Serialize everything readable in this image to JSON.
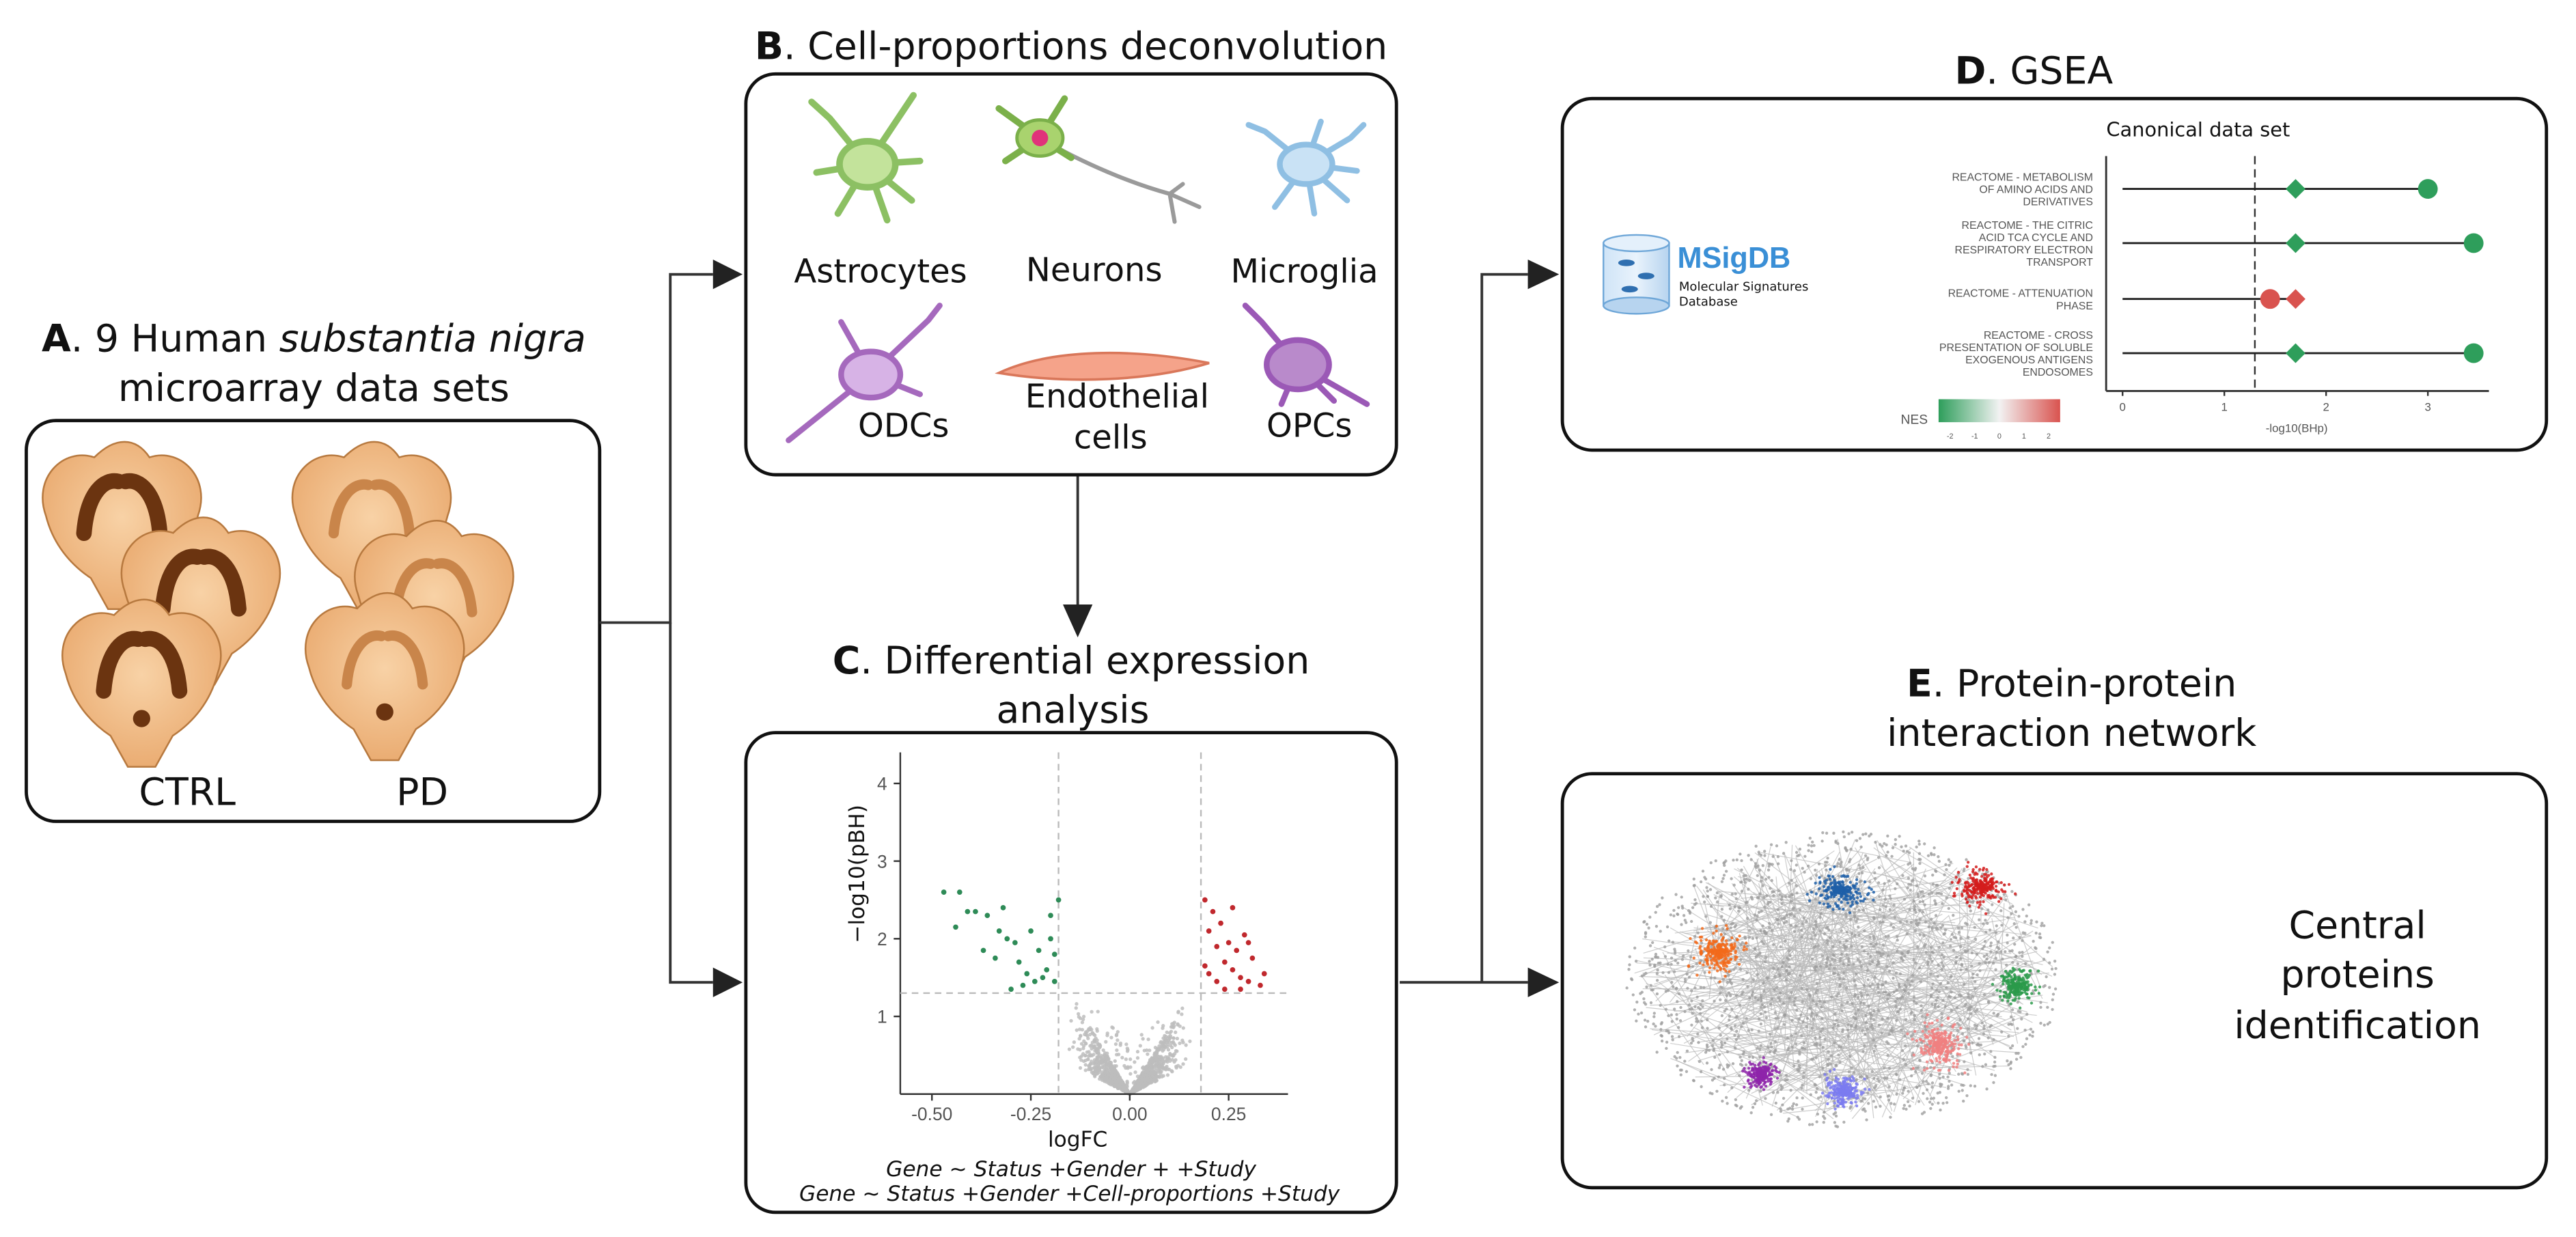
{
  "panel_a": {
    "letter": "A",
    "title_pre": ". 9 Human ",
    "title_italic": "substantia nigra",
    "title_line2": "microarray data sets",
    "group_ctrl": "CTRL",
    "group_pd": "PD"
  },
  "panel_b": {
    "letter": "B",
    "title": ". Cell-proportions deconvolution",
    "cells": {
      "astrocytes": "Astrocytes",
      "neurons": "Neurons",
      "microglia": "Microglia",
      "odcs": "ODCs",
      "endothelial_1": "Endothelial",
      "endothelial_2": "cells",
      "opcs": "OPCs"
    }
  },
  "panel_c": {
    "letter": "C",
    "title_line1": ". Differential expression",
    "title_line2": "analysis",
    "formula_1": "Gene ~ Status +Gender + +Study",
    "formula_2": "Gene ~ Status +Gender +Cell-proportions +Study",
    "colors": {
      "down": "#2e8b57",
      "up": "#c0282d",
      "ns": "#bdbdbd"
    }
  },
  "panel_d": {
    "letter": "D",
    "title": ". GSEA",
    "logo_name": "MSigDB",
    "logo_sub_1": "Molecular Signatures",
    "logo_sub_2": "Database",
    "legend_label": "NES",
    "legend_ticks": [
      "-2",
      "-1",
      "0",
      "1",
      "2"
    ],
    "colors": {
      "neg": "#2e9e5b",
      "pos": "#d9534f"
    }
  },
  "panel_e": {
    "letter": "E",
    "title_line1": ". Protein-protein",
    "title_line2": "interaction network",
    "caption_1": "Central",
    "caption_2": "proteins",
    "caption_3": "identification"
  },
  "chart_data": [
    {
      "type": "scatter",
      "title": "",
      "xlabel": "logFC",
      "ylabel": "−log10(pBH)",
      "x_ticks": [
        "-0.50",
        "-0.25",
        "0.00",
        "0.25"
      ],
      "y_ticks": [
        "1",
        "2",
        "3",
        "4"
      ],
      "xlim": [
        -0.58,
        0.4
      ],
      "ylim": [
        0,
        4.4
      ],
      "thresholds": {
        "x": [
          -0.18,
          0.18
        ],
        "y": 1.3
      },
      "grid": false,
      "series": [
        {
          "group": "down",
          "points": [
            [
              -0.47,
              2.6
            ],
            [
              -0.43,
              2.6
            ],
            [
              -0.39,
              2.35
            ],
            [
              -0.36,
              2.3
            ],
            [
              -0.33,
              2.1
            ],
            [
              -0.31,
              2.0
            ],
            [
              -0.28,
              1.7
            ],
            [
              -0.26,
              1.55
            ],
            [
              -0.24,
              1.45
            ],
            [
              -0.22,
              1.5
            ],
            [
              -0.2,
              2.0
            ],
            [
              -0.19,
              1.8
            ],
            [
              -0.21,
              1.6
            ],
            [
              -0.29,
              1.95
            ],
            [
              -0.34,
              1.75
            ],
            [
              -0.44,
              2.15
            ],
            [
              -0.25,
              2.1
            ],
            [
              -0.23,
              1.85
            ],
            [
              -0.3,
              1.35
            ],
            [
              -0.37,
              1.85
            ],
            [
              -0.2,
              2.3
            ],
            [
              -0.27,
              1.4
            ],
            [
              -0.19,
              1.45
            ],
            [
              -0.41,
              2.35
            ],
            [
              -0.32,
              2.4
            ],
            [
              -0.18,
              2.5
            ]
          ]
        },
        {
          "group": "up",
          "points": [
            [
              0.19,
              2.5
            ],
            [
              0.2,
              2.1
            ],
            [
              0.22,
              1.9
            ],
            [
              0.24,
              1.7
            ],
            [
              0.26,
              1.6
            ],
            [
              0.28,
              1.5
            ],
            [
              0.3,
              1.45
            ],
            [
              0.33,
              1.4
            ],
            [
              0.21,
              2.35
            ],
            [
              0.23,
              2.2
            ],
            [
              0.25,
              1.95
            ],
            [
              0.27,
              1.85
            ],
            [
              0.29,
              2.05
            ],
            [
              0.31,
              1.75
            ],
            [
              0.19,
              1.65
            ],
            [
              0.2,
              1.55
            ],
            [
              0.22,
              1.45
            ],
            [
              0.34,
              1.55
            ],
            [
              0.26,
              2.4
            ],
            [
              0.3,
              1.95
            ],
            [
              0.24,
              1.35
            ],
            [
              0.28,
              1.35
            ]
          ]
        }
      ]
    },
    {
      "type": "scatter",
      "title": "Canonical data set",
      "xlabel": "-log10(BHp)",
      "x_ticks": [
        "0",
        "1",
        "2",
        "3"
      ],
      "xlim": [
        0,
        3.6
      ],
      "threshold_x": 1.3,
      "legend": "NES",
      "legend_position": "bottom-left",
      "categories": [
        [
          "REACTOME - METABOLISM",
          "OF AMINO ACIDS AND",
          "DERIVATIVES"
        ],
        [
          "REACTOME - THE CITRIC",
          "ACID TCA CYCLE AND",
          "RESPIRATORY ELECTRON",
          "TRANSPORT"
        ],
        [
          "REACTOME - ATTENUATION",
          "PHASE"
        ],
        [
          "REACTOME - CROSS",
          "PRESENTATION OF SOLUBLE",
          "EXOGENOUS ANTIGENS",
          "ENDOSOMES"
        ]
      ],
      "series": [
        {
          "marker": "circle",
          "values": [
            3.0,
            3.45,
            1.45,
            3.45
          ],
          "nes": [
            "neg",
            "neg",
            "pos",
            "neg"
          ]
        },
        {
          "marker": "diamond",
          "values": [
            1.7,
            1.7,
            1.7,
            1.7
          ],
          "nes": [
            "neg",
            "neg",
            "pos",
            "neg"
          ]
        }
      ]
    }
  ]
}
